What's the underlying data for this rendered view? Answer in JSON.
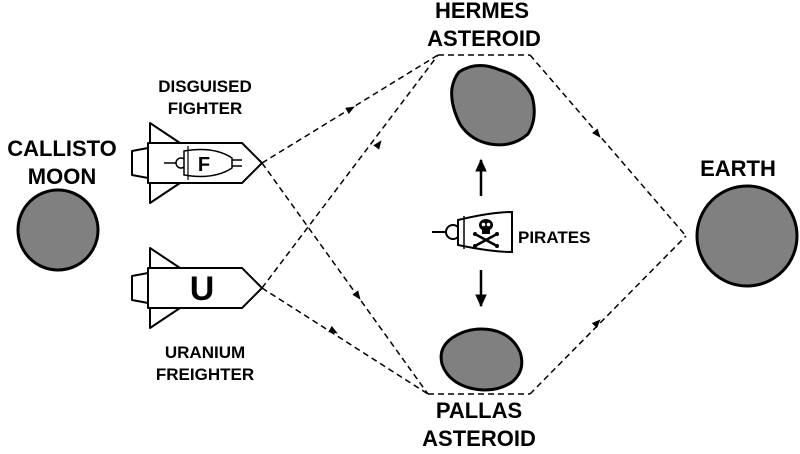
{
  "labels": {
    "callisto": [
      "CALLISTO",
      "MOON"
    ],
    "disguised_fighter": [
      "DISGUISED",
      "FIGHTER"
    ],
    "uranium_freighter": [
      "URANIUM",
      "FREIGHTER"
    ],
    "hermes": [
      "HERMES",
      "ASTEROID"
    ],
    "pallas": [
      "PALLAS",
      "ASTEROID"
    ],
    "earth": [
      "EARTH"
    ],
    "pirates": [
      "PIRATES"
    ]
  },
  "ship_marks": {
    "fighter": "F",
    "freighter": "U"
  },
  "colors": {
    "body_fill": "#808080",
    "line": "#000000",
    "background": "#ffffff"
  },
  "icons": {
    "pirate_symbol": "skull-and-crossbones-icon"
  }
}
